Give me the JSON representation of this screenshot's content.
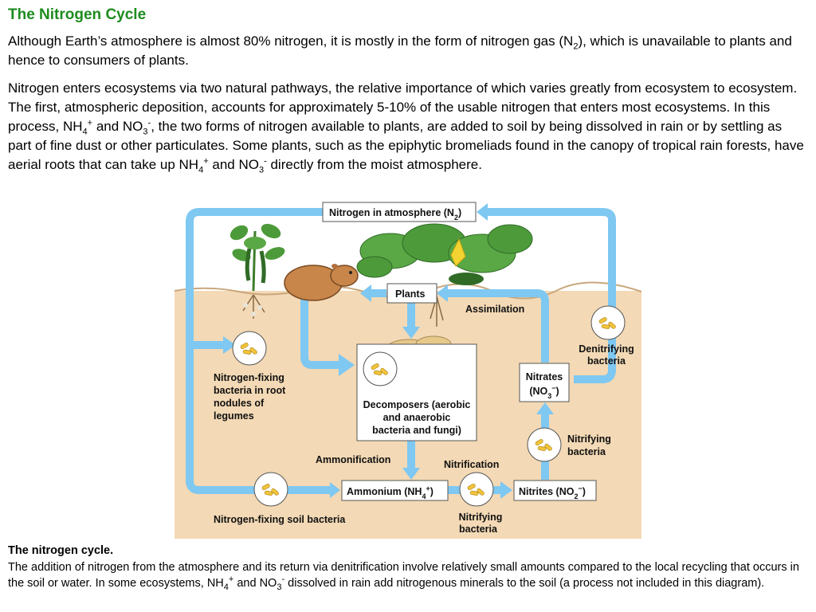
{
  "title": "The Nitrogen Cycle",
  "paragraph1": {
    "a": "Although Earth’s atmosphere is almost 80% nitrogen, it is mostly in the form of nitrogen gas (N",
    "sub": "2",
    "b": "), which is unavailable to plants and hence to consumers of plants."
  },
  "paragraph2": {
    "a": "Nitrogen enters ecosystems via two natural pathways, the relative importance of which varies greatly from ecosystem to ecosystem. The first, atmospheric deposition, accounts for approximately 5-10% of the usable nitrogen that enters most ecosystems. In this process, NH",
    "sub1": "4",
    "sup1": "+",
    "b": " and NO",
    "sub2": "3",
    "sup2": "-",
    "c": ", the two forms of nitrogen available to plants, are added to soil by being dissolved in rain or by settling as part of fine dust or other particulates. Some plants, such as the epiphytic bromeliads found in the canopy of tropical rain forests, have aerial roots that can take up NH",
    "sub3": "4",
    "sup3": "+",
    "d": " and NO",
    "sub4": "3",
    "sup4": "-",
    "e": " directly from the moist atmosphere."
  },
  "diagram": {
    "atmosphere": {
      "a": "Nitrogen in atmosphere (N",
      "sub": "2",
      "b": ")"
    },
    "plants": "Plants",
    "assimilation": "Assimilation",
    "denitrifying": [
      "Denitrifying",
      "bacteria"
    ],
    "nodules": [
      "Nitrogen-fixing",
      "bacteria in root",
      "nodules of",
      "legumes"
    ],
    "decomposers": [
      "Decomposers (aerobic",
      "and anaerobic",
      "bacteria and fungi)"
    ],
    "nitrates": {
      "line1": "Nitrates",
      "line2a": "(NO",
      "sub": "3",
      "sup": "−",
      "line2b": ")"
    },
    "nitrifying_right": [
      "Nitrifying",
      "bacteria"
    ],
    "ammonification": "Ammonification",
    "nitrification": "Nitrification",
    "ammonium": {
      "a": "Ammonium (NH",
      "sub": "4",
      "sup": "+",
      "b": ")"
    },
    "nitrites": {
      "a": "Nitrites (NO",
      "sub": "2",
      "sup": "−",
      "b": ")"
    },
    "soil_bacteria": "Nitrogen-fixing soil bacteria",
    "nitrifying_bottom": [
      "Nitrifying",
      "bacteria"
    ]
  },
  "caption": {
    "title": "The nitrogen cycle.",
    "a": "The addition of nitrogen from the atmosphere and its return via denitrification involve relatively small amounts compared to the local recycling that occurs in the soil or water. In some ecosystems, NH",
    "sub1": "4",
    "sup1": "+",
    "b": " and NO",
    "sub2": "3",
    "sup2": "-",
    "c": " dissolved in rain add nitrogenous minerals to the soil (a process not included in this diagram)."
  },
  "colors": {
    "title": "#1e8c1e",
    "arrow": "#7ec8f2",
    "soil": "#f3d9b5",
    "leaf": "#4d9a3a",
    "bacteria": "#f2c43c"
  },
  "icons": [
    "gopher-icon",
    "legume-plant-icon",
    "squash-plant-icon",
    "mushroom-icon",
    "bacteria-icon"
  ]
}
